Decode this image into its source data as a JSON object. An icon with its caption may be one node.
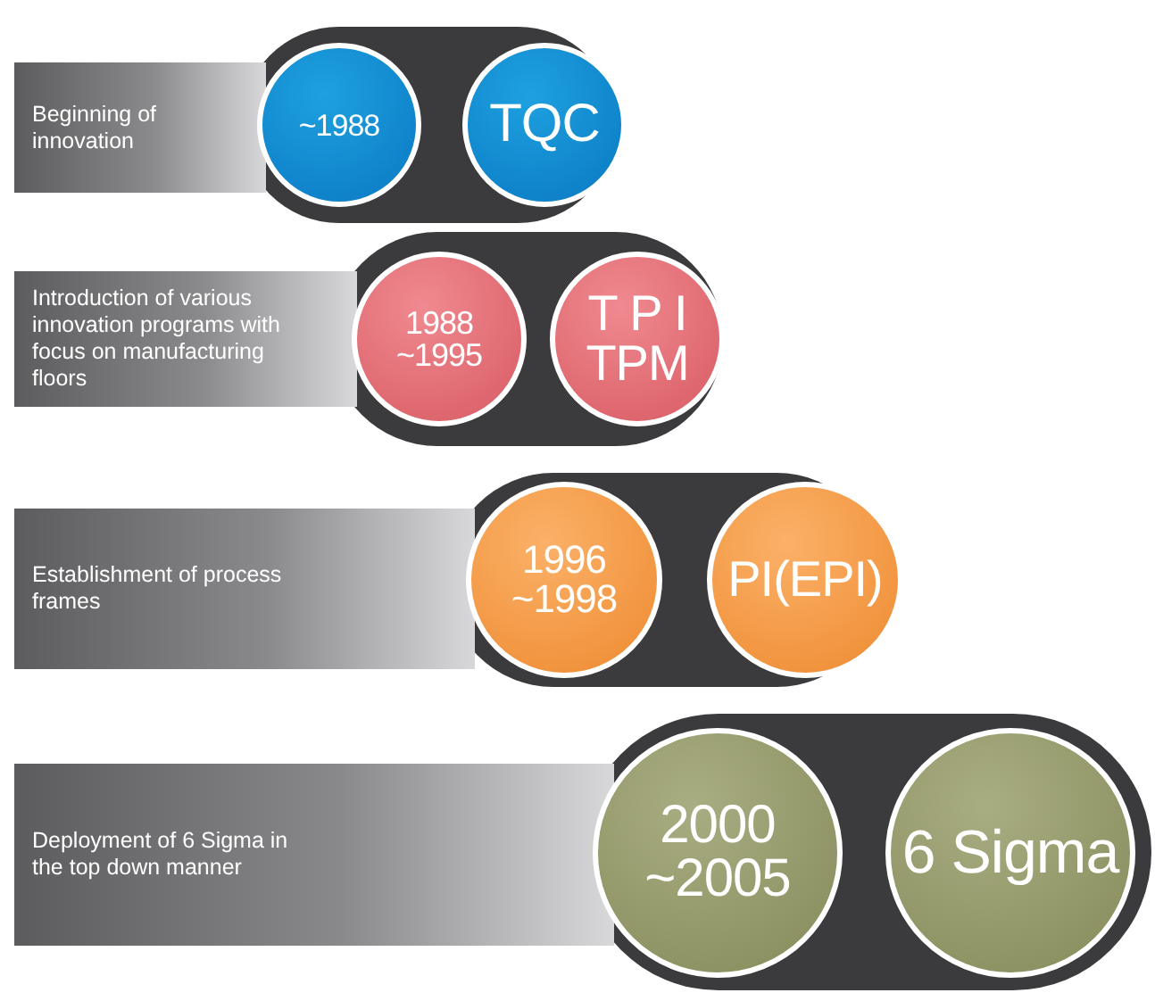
{
  "diagram": {
    "nodes": [
      {
        "text": [
          "Beginning of innovation"
        ]
      },
      {
        "text": [
          "~1988"
        ]
      },
      {
        "text": [
          "TQC"
        ]
      },
      {
        "text": [
          "Introduction of various innovation programs with focus on manufacturing floors"
        ]
      },
      {
        "text": [
          "1988 ~1995"
        ]
      },
      {
        "text": [
          "T P I TPM"
        ]
      },
      {
        "text": [
          "Establishment of process frames"
        ]
      },
      {
        "text": [
          "1996 ~1998"
        ]
      },
      {
        "text": [
          "PI(EPI)"
        ]
      },
      {
        "text": [
          "Deployment of 6 Sigma in the top down manner"
        ]
      },
      {
        "text": [
          "2000 ~2005"
        ]
      },
      {
        "text": [
          "6 Sigma"
        ]
      }
    ]
  }
}
